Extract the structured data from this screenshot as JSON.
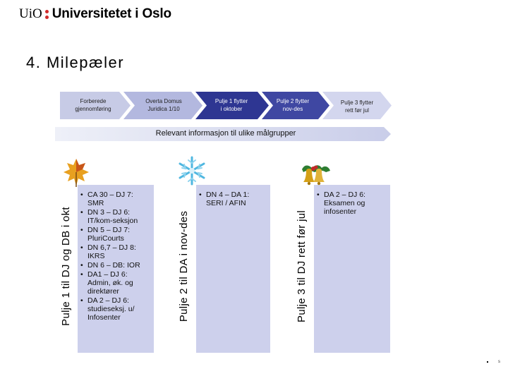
{
  "header": {
    "logo_uio": "UiO",
    "logo_name": "Universitetet i Oslo"
  },
  "page_title": "4. Milepæler",
  "timeline": {
    "steps": [
      {
        "label_line1": "Forberede",
        "label_line2": "gjennomføring"
      },
      {
        "label_line1": "Overta Domus",
        "label_line2": "Juridica 1/10"
      },
      {
        "label_line1": "Pulje 1 flytter",
        "label_line2": "i oktober"
      },
      {
        "label_line1": "Pulje 2 flytter",
        "label_line2": "nov-des"
      },
      {
        "label_line1": "Pulje 3 flytter",
        "label_line2": "rett før jul"
      }
    ]
  },
  "banner": {
    "label": "Relevant informasjon til ulike målgrupper"
  },
  "columns": [
    {
      "side_label": "Pulje 1 til DJ og DB i okt",
      "icon": "autumn-leaf-icon",
      "items": [
        "CA 30 – DJ 7: SMR",
        "DN 3 – DJ 6: IT/kom-seksjon",
        "DN 5 – DJ 7: PluriCourts",
        "DN 6,7 – DJ 8: IKRS",
        "DN 6 – DB: IOR",
        "DA1 – DJ 6: Admin, øk. og direktører",
        "DA 2 – DJ 6: studieseksj. u/ Infosenter"
      ]
    },
    {
      "side_label": "Pulje 2 til DA i nov-des",
      "icon": "snowflake-icon",
      "items": [
        "DN 4 – DA 1: SERI / AFIN"
      ]
    },
    {
      "side_label": "Pulje 3 til DJ rett før jul",
      "icon": "christmas-bells-icon",
      "items": [
        "DA 2 – DJ 6: Eksamen og infosenter"
      ]
    }
  ],
  "footer": {
    "corner_mark": "s"
  },
  "colors": {
    "chevron_1": "#c7cbe6",
    "chevron_2": "#b3b8df",
    "chevron_3": "#2e3692",
    "chevron_4": "#3f47a2",
    "chevron_5": "#d3d6ee",
    "panel_bg": "#cdd0ec",
    "logo_accent": "#d12a2a"
  }
}
